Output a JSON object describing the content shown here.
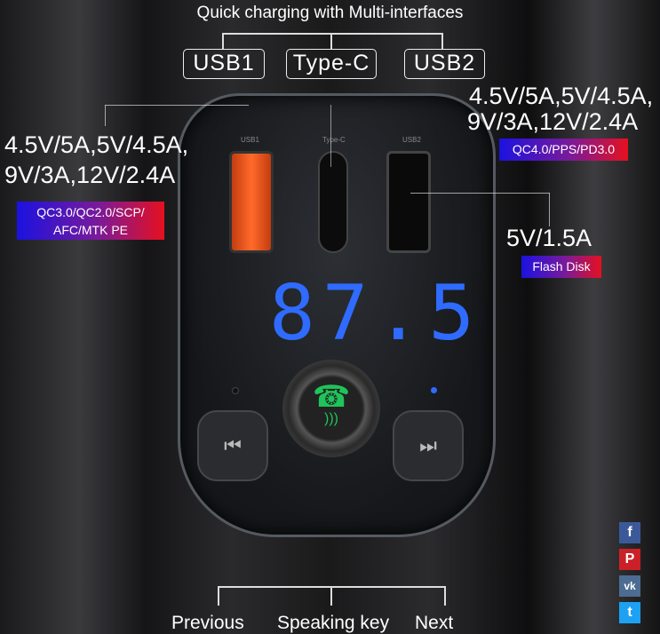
{
  "title": "Quick charging with Multi-interfaces",
  "ports": [
    "USB1",
    "Type-C",
    "USB2"
  ],
  "device_port_labels": [
    "USB1",
    "Type-C",
    "USB2"
  ],
  "left_spec": {
    "line1": "4.5V/5A,5V/4.5A,",
    "line2": "9V/3A,12V/2.4A",
    "badge_line1": "QC3.0/QC2.0/SCP/",
    "badge_line2": "AFC/MTK PE"
  },
  "right_spec": {
    "line1": "4.5V/5A,5V/4.5A,",
    "line2": "9V/3A,12V/2.4A",
    "badge": "QC4.0/PPS/PD3.0"
  },
  "usb2_spec": {
    "value": "5V/1.5A",
    "badge": "Flash Disk"
  },
  "display": "87.5",
  "buttons": {
    "previous_icon": "⏮",
    "next_icon": "⏭",
    "speaking_icon": "phone-icon"
  },
  "bottom_labels": {
    "previous": "Previous",
    "speaking": "Speaking key",
    "next": "Next"
  },
  "social": [
    {
      "name": "facebook",
      "glyph": "f",
      "color": "#3b5998"
    },
    {
      "name": "pinterest",
      "glyph": "P",
      "color": "#cb2027"
    },
    {
      "name": "vk",
      "glyph": "vk",
      "color": "#4c6c91"
    },
    {
      "name": "twitter",
      "glyph": "t",
      "color": "#1da1f2"
    }
  ],
  "colors": {
    "display": "#2f6bff",
    "usb1": "#e8501c",
    "phone": "#1fc45a"
  }
}
